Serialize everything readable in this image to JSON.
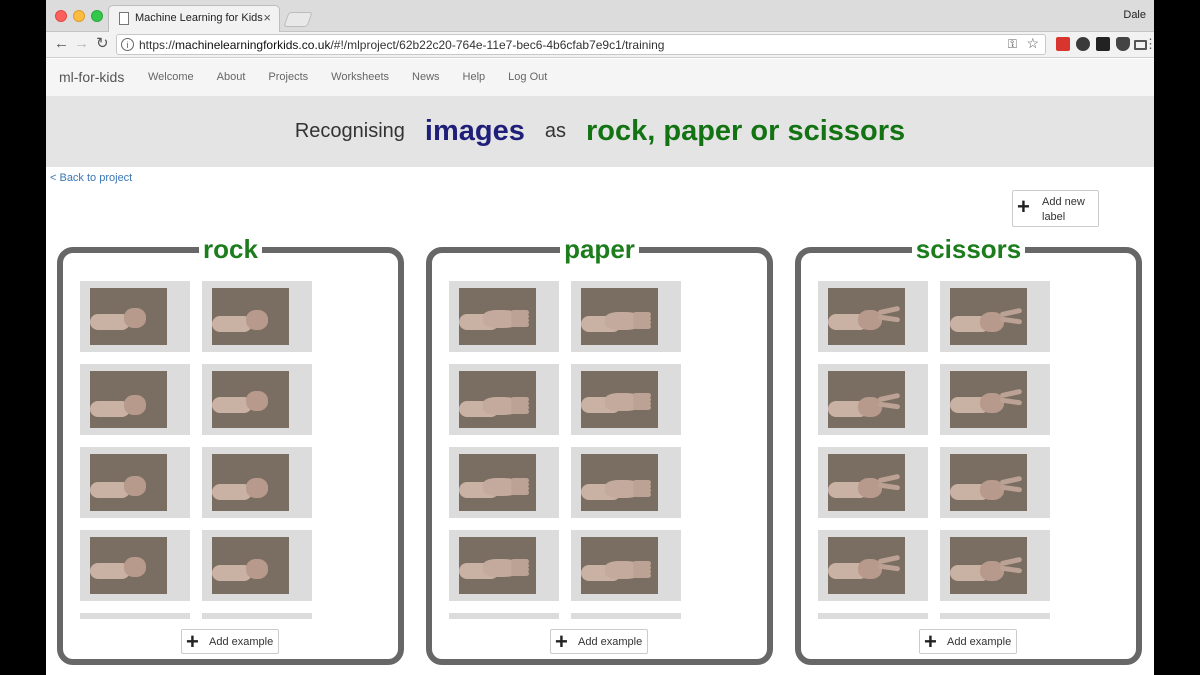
{
  "browser": {
    "tab_title": "Machine Learning for Kids",
    "tab_close": "×",
    "profile_name": "Dale",
    "url_prefix": "https://",
    "url_host": "machinelearningforkids.co.uk",
    "url_path": "/#!/mlproject/62b22c20-764e-11e7-bec6-4b6cfab7e9c1/training",
    "back_glyph": "←",
    "forward_glyph": "→",
    "reload_glyph": "↻",
    "info_glyph": "i",
    "key_glyph": "⚿",
    "star_glyph": "☆",
    "menu_glyph": "⋮",
    "extension_icons": [
      "abp-icon",
      "evernote-icon",
      "zotero-icon",
      "pocket-icon",
      "cast-icon"
    ]
  },
  "navbar": {
    "brand": "ml-for-kids",
    "links": [
      "Welcome",
      "About",
      "Projects",
      "Worksheets",
      "News",
      "Help",
      "Log Out"
    ]
  },
  "banner": {
    "prefix": "Recognising",
    "type": "images",
    "middle": "as",
    "labels_text": "rock, paper or scissors"
  },
  "back_link": "< Back to project",
  "add_label_button": {
    "icon": "+",
    "label": "Add new label"
  },
  "labels": [
    {
      "name": "rock",
      "gesture": "fist",
      "add_label": "Add example",
      "add_icon": "+",
      "visible_examples": 8
    },
    {
      "name": "paper",
      "gesture": "open-hand",
      "add_label": "Add example",
      "add_icon": "+",
      "visible_examples": 8
    },
    {
      "name": "scissors",
      "gesture": "two-fingers",
      "add_label": "Add example",
      "add_icon": "+",
      "visible_examples": 8
    }
  ],
  "colors": {
    "type_color": "#1f1f7a",
    "label_color": "#137313",
    "box_border": "#676767",
    "link_color": "#3a77b6"
  }
}
